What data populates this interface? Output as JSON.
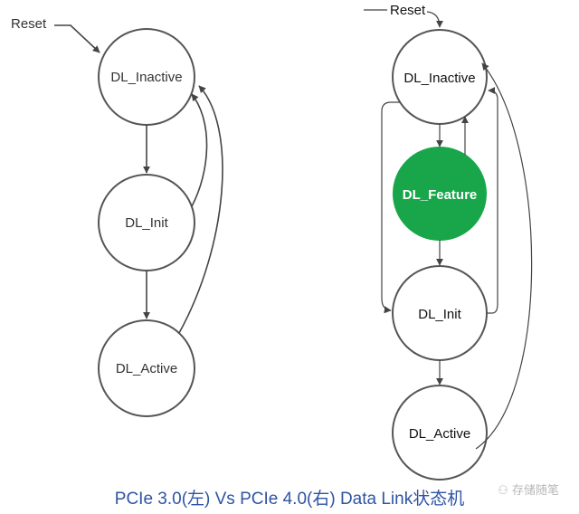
{
  "left_diagram": {
    "reset_label": "Reset",
    "states": {
      "inactive": "DL_Inactive",
      "init": "DL_Init",
      "active": "DL_Active"
    }
  },
  "right_diagram": {
    "reset_label": "Reset",
    "states": {
      "inactive": "DL_Inactive",
      "feature": "DL_Feature",
      "init": "DL_Init",
      "active": "DL_Active"
    }
  },
  "caption": "PCIe 3.0(左) Vs PCIe 4.0(右) Data Link状态机",
  "watermark": "存储随笔",
  "colors": {
    "feature_fill": "#19a64a",
    "caption": "#2e54a6"
  }
}
